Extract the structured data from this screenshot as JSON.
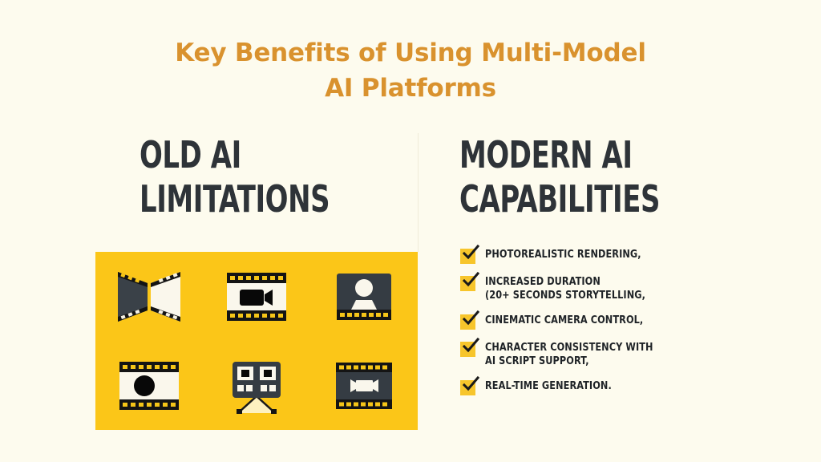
{
  "theme": {
    "background": "#FDFBEE",
    "title_color": "#D9922E",
    "heading_color": "#2E3338",
    "panel_yellow": "#FBC618",
    "checkbox_yellow": "#F7C52B",
    "text_dark": "#1F2327",
    "divider_color": "#EFEBD8"
  },
  "title": {
    "line1": "Key Benefits of Using Multi-Model",
    "line2": "AI Platforms"
  },
  "left_column": {
    "heading_line1": "OLD AI",
    "heading_line2": "LIMITATIONS",
    "icons": [
      {
        "name": "film-strip-bowtie-icon",
        "label": "Film strip bowtie"
      },
      {
        "name": "film-strip-video-camera-icon",
        "label": "Film strip with video camera"
      },
      {
        "name": "film-frame-person-icon",
        "label": "Film frame with person silhouette"
      },
      {
        "name": "film-strip-record-dot-icon",
        "label": "Film strip with record dot"
      },
      {
        "name": "film-projector-icon",
        "label": "Film projector on tripod"
      },
      {
        "name": "film-strip-dark-camera-icon",
        "label": "Dark film strip with camera"
      }
    ]
  },
  "right_column": {
    "heading_line1": "MODERN AI",
    "heading_line2": "CAPABILITIES",
    "checklist": [
      {
        "line1": "PHOTOREALISTIC RENDERING,",
        "line2": ""
      },
      {
        "line1": "INCREASED DURATION",
        "line2": "(20+ SECONDS STORYTELLING,"
      },
      {
        "line1": "CINEMATIC CAMERA CONTROL,",
        "line2": ""
      },
      {
        "line1": "CHARACTER CONSISTENCY WITH",
        "line2": "AI SCRIPT SUPPORT,"
      },
      {
        "line1": "REAL-TIME GENERATION.",
        "line2": ""
      }
    ]
  }
}
